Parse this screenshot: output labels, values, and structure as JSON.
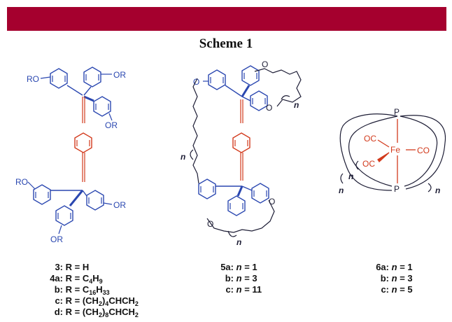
{
  "banner": {
    "color": "#a5002e"
  },
  "title": "Scheme 1",
  "colors": {
    "blue": "#2a47b0",
    "red": "#d23a1c",
    "dark": "#1d1d35",
    "black": "#111111"
  },
  "atom_labels": {
    "or": "OR",
    "ro": "RO",
    "o": "O",
    "n": "n",
    "p": "P",
    "fe": "Fe",
    "co": "CO",
    "oc": "OC"
  },
  "captions": {
    "compound3": {
      "lines": [
        {
          "label": "3:",
          "text": "R = H"
        },
        {
          "label": "4a:",
          "text": "R = C",
          "sub": "4",
          "tail": "H",
          "sub2": "9"
        },
        {
          "label": "b:",
          "text": "R = C",
          "sub": "16",
          "tail": "H",
          "sub2": "33"
        },
        {
          "label": "c:",
          "text": "R = (CH",
          "sub": "2",
          "tail": ")",
          "sub2": "4",
          "tail2": "CHCH",
          "sub3": "2"
        },
        {
          "label": "d:",
          "text": "R = (CH",
          "sub": "2",
          "tail": ")",
          "sub2": "8",
          "tail2": "CHCH",
          "sub3": "2"
        }
      ]
    },
    "compound5": {
      "lines": [
        {
          "label": "5a:",
          "var": "n",
          "text": " = 1"
        },
        {
          "label": "b:",
          "var": "n",
          "text": " = 3"
        },
        {
          "label": "c:",
          "var": "n",
          "text": " = 11"
        }
      ]
    },
    "compound6": {
      "lines": [
        {
          "label": "6a:",
          "var": "n",
          "text": " = 1"
        },
        {
          "label": "b:",
          "var": "n",
          "text": " = 3"
        },
        {
          "label": "c:",
          "var": "n",
          "text": " = 5"
        }
      ]
    }
  }
}
